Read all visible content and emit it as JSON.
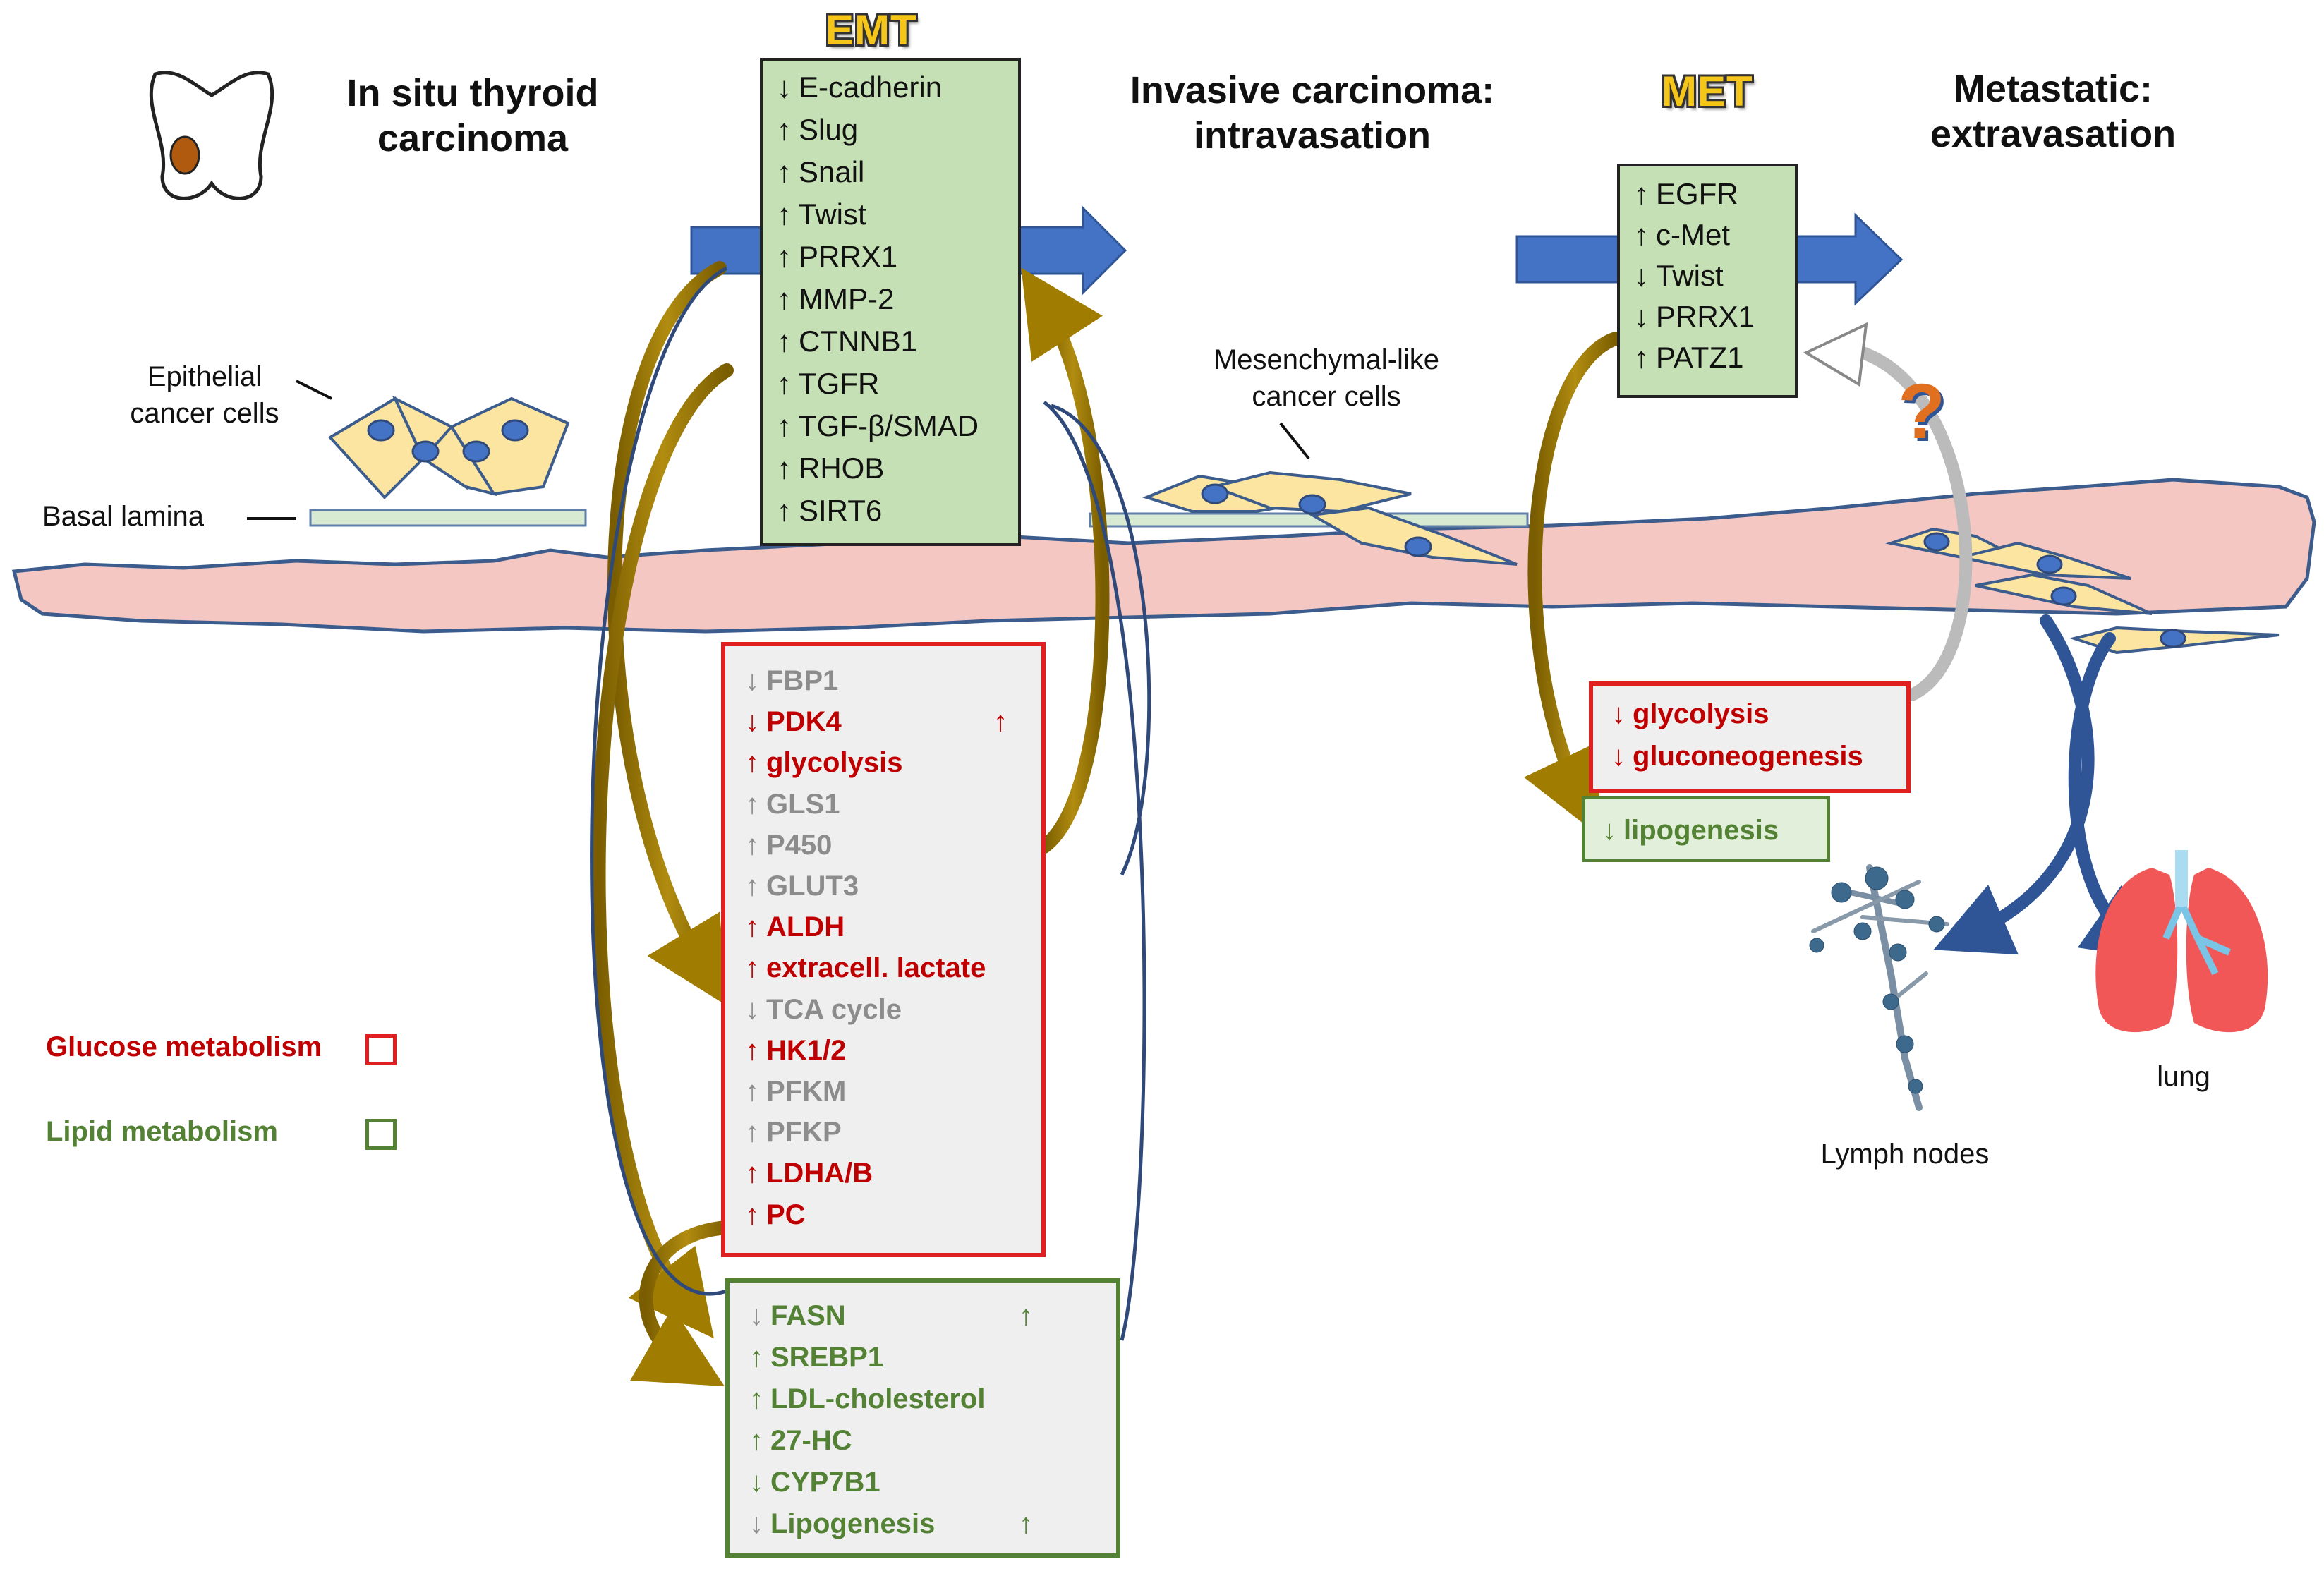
{
  "stages": {
    "in_situ": [
      "In situ thyroid",
      "carcinoma"
    ],
    "invasive": [
      "Invasive carcinoma:",
      "intravasation"
    ],
    "metastatic": [
      "Metastatic:",
      "extravasation"
    ]
  },
  "phases": {
    "emt": "EMT",
    "met": "MET"
  },
  "labels": {
    "epithelial": [
      "Epithelial",
      "cancer cells"
    ],
    "basal_lamina": "Basal lamina",
    "mesenchymal": [
      "Mesenchymal-like",
      "cancer cells"
    ],
    "lymph_nodes": "Lymph nodes",
    "lung": "lung",
    "question": "?"
  },
  "emt_box": [
    {
      "arrow": "↓",
      "text": "E-cadherin"
    },
    {
      "arrow": "↑",
      "text": "Slug"
    },
    {
      "arrow": "↑",
      "text": "Snail"
    },
    {
      "arrow": "↑",
      "text": "Twist"
    },
    {
      "arrow": "↑",
      "text": "PRRX1"
    },
    {
      "arrow": "↑",
      "text": "MMP-2"
    },
    {
      "arrow": "↑",
      "text": "CTNNB1"
    },
    {
      "arrow": "↑",
      "text": "TGFR"
    },
    {
      "arrow": "↑",
      "text": "TGF-β/SMAD"
    },
    {
      "arrow": "↑",
      "text": "RHOB"
    },
    {
      "arrow": "↑",
      "text": "SIRT6"
    }
  ],
  "met_box": [
    {
      "arrow": "↑",
      "text": "EGFR"
    },
    {
      "arrow": "↑",
      "text": "c-Met"
    },
    {
      "arrow": "↓",
      "text": "Twist"
    },
    {
      "arrow": "↓",
      "text": "PRRX1"
    },
    {
      "arrow": "↑",
      "text": "PATZ1"
    }
  ],
  "glucose_box": [
    {
      "arrow": "↓",
      "text": "FBP1",
      "style": "grey"
    },
    {
      "arrow": "↓",
      "text": "PDK4",
      "style": "red",
      "extra": "↑"
    },
    {
      "arrow": "↑",
      "text": "glycolysis",
      "style": "red"
    },
    {
      "arrow": "↑",
      "text": "GLS1",
      "style": "grey"
    },
    {
      "arrow": "↑",
      "text": "P450",
      "style": "grey"
    },
    {
      "arrow": "↑",
      "text": "GLUT3",
      "style": "grey"
    },
    {
      "arrow": "↑",
      "text": "ALDH",
      "style": "red"
    },
    {
      "arrow": "↑",
      "text": "extracell. lactate",
      "style": "red"
    },
    {
      "arrow": "↓",
      "text": "TCA cycle",
      "style": "grey"
    },
    {
      "arrow": "↑",
      "text": "HK1/2",
      "style": "red"
    },
    {
      "arrow": "↑",
      "text": "PFKM",
      "style": "grey"
    },
    {
      "arrow": "↑",
      "text": "PFKP",
      "style": "grey"
    },
    {
      "arrow": "↑",
      "text": "LDHA/B",
      "style": "red"
    },
    {
      "arrow": "↑",
      "text": "PC",
      "style": "red"
    }
  ],
  "lipid_box": [
    {
      "arrow": "↓",
      "text": "FASN",
      "arrowStyle": "grey",
      "extra": "↑"
    },
    {
      "arrow": "↑",
      "text": "SREBP1",
      "arrowStyle": "green"
    },
    {
      "arrow": "↑",
      "text": "LDL-cholesterol",
      "arrowStyle": "green"
    },
    {
      "arrow": "↑",
      "text": "27-HC",
      "arrowStyle": "green"
    },
    {
      "arrow": "↓",
      "text": "CYP7B1",
      "arrowStyle": "green"
    },
    {
      "arrow": "↓",
      "text": "Lipogenesis",
      "arrowStyle": "grey",
      "extra": "↑"
    }
  ],
  "met_glucose_box": [
    {
      "arrow": "↓",
      "text": "glycolysis"
    },
    {
      "arrow": "↓",
      "text": "gluconeogenesis"
    }
  ],
  "met_lipid_box": [
    {
      "arrow": "↓",
      "text": "lipogenesis"
    }
  ],
  "legend": {
    "glucose": "Glucose metabolism",
    "lipid": "Lipid metabolism"
  },
  "colors": {
    "blue_arrow": "#4472c4",
    "gold_arrow": "#9c7a00",
    "red": "#c00000",
    "green": "#548235",
    "vessel": "#f4c7c3",
    "cell": "#fbe5a0"
  }
}
